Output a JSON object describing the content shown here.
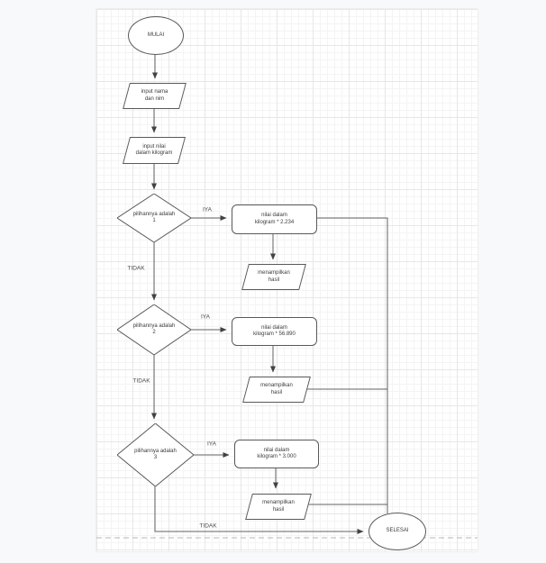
{
  "canvas": {
    "background_color": "#f8f9fa",
    "page_color": "#ffffff",
    "grid_color": "#e7e7e7",
    "shape_stroke_color": "#595959",
    "connector_color": "#616161",
    "page_break_color": "#b5b5b5",
    "text_color": "#3b3b3b"
  },
  "flowchart": {
    "start": {
      "shape": "ellipse",
      "label": "MULAI"
    },
    "inputs": [
      {
        "shape": "parallelogram",
        "label": "input nama\ndan nim"
      },
      {
        "shape": "parallelogram",
        "label": "input nilai\ndalam kilogram"
      }
    ],
    "decisions": [
      {
        "shape": "diamond",
        "label": "pilihannya adalah\n1",
        "yes_label": "IYA",
        "no_label": "TIDAK"
      },
      {
        "shape": "diamond",
        "label": "pilihannya adalah\n2",
        "yes_label": "IYA",
        "no_label": "TIDAK"
      },
      {
        "shape": "diamond",
        "label": "pilihannya adalah\n3",
        "yes_label": "IYA",
        "no_label": "TIDAK"
      }
    ],
    "processes": [
      {
        "shape": "rounded-rectangle",
        "label": "nilai dalam\nkilogram * 2.234"
      },
      {
        "shape": "rounded-rectangle",
        "label": "nilai dalam\nkilogram * 56.890"
      },
      {
        "shape": "rounded-rectangle",
        "label": "nilai dalam\nkilogram * 3.000"
      }
    ],
    "outputs": [
      {
        "shape": "parallelogram",
        "label": "menampilkan\nhasil"
      },
      {
        "shape": "parallelogram",
        "label": "menampilkan\nhasil"
      },
      {
        "shape": "parallelogram",
        "label": "menampilkan\nhasil"
      }
    ],
    "end": {
      "shape": "ellipse",
      "label": "SELESAI"
    }
  }
}
